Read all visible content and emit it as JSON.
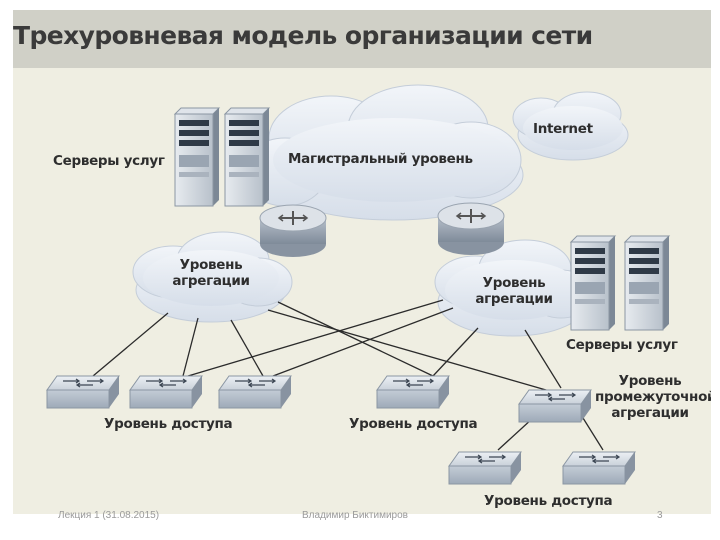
{
  "title": "Трехуровневая модель организации сети",
  "labels": {
    "servers_left": "Серверы услуг",
    "servers_right": "Серверы услуг",
    "core": "Магистральный уровень",
    "internet": "Internet",
    "agg_left_line1": "Уровень",
    "agg_left_line2": "агрегации",
    "agg_right_line1": "Уровень",
    "agg_right_line2": "агрегации",
    "access_left": "Уровень доступа",
    "access_center": "Уровень доступа",
    "access_bottom": "Уровень доступа",
    "intermediate_line1": "Уровень",
    "intermediate_line2": "промежуточной",
    "intermediate_line3": "агрегации"
  },
  "footer": {
    "lecture": "Лекция 1 (31.08.2015)",
    "author": "Владимир Биктимиров",
    "page": "3"
  },
  "colors": {
    "background": "#efeee2",
    "title_band": "#d0d0c7",
    "cloud": "#e3e9f1",
    "device": "#cdd4dd",
    "line": "#2b2b2b"
  }
}
